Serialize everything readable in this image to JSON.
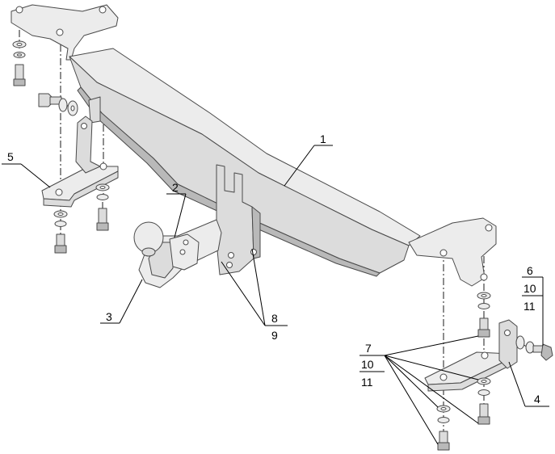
{
  "diagram": {
    "type": "exploded-assembly",
    "part_labels": {
      "crossbar": "1",
      "hook_bracket": "2",
      "ball_hook": "3",
      "right_bracket": "4",
      "left_bracket": "5",
      "bolt_right": "6",
      "bolt_lower_right": "7",
      "socket_nut": "8",
      "socket_washer": "9",
      "washer_upper": "10",
      "nut_upper": "11",
      "washer_lower": "10",
      "nut_lower": "11"
    }
  }
}
